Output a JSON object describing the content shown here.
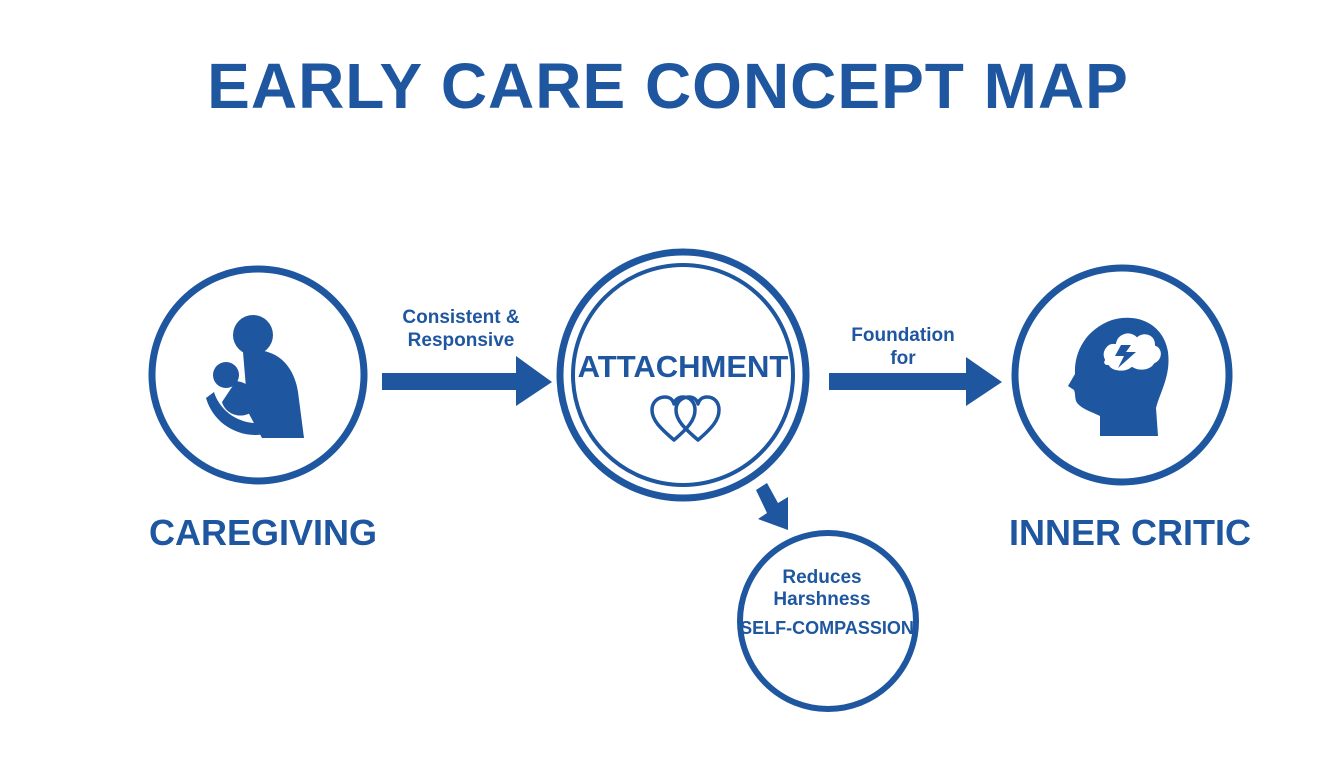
{
  "title": "EARLY CARE CONCEPT MAP",
  "colors": {
    "primary": "#1f56a0",
    "background": "#ffffff"
  },
  "nodes": {
    "caregiving": {
      "label": "CAREGIVING",
      "icon": "parent-holding-baby-icon"
    },
    "attachment": {
      "label": "ATTACHMENT",
      "icon": "linked-hearts-icon"
    },
    "inner_critic": {
      "label": "INNER CRITIC",
      "icon": "head-with-storm-cloud-icon"
    },
    "self_compassion": {
      "label": "SELF-COMPASSION",
      "sublabel_line1": "Reduces",
      "sublabel_line2": "Harshness"
    }
  },
  "edges": {
    "caregiving_to_attachment": {
      "line1": "Consistent &",
      "line2": "Responsive"
    },
    "attachment_to_inner_critic": {
      "line1": "Foundation",
      "line2": "for"
    }
  }
}
